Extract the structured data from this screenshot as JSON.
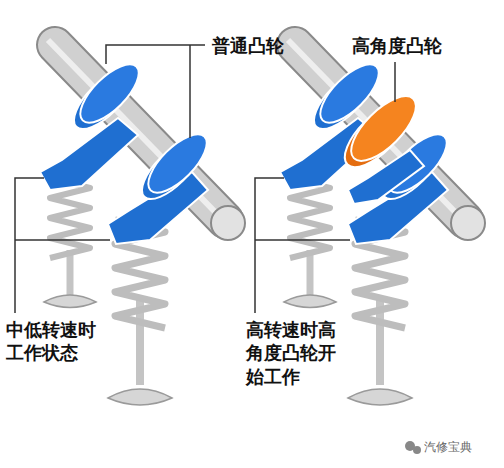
{
  "diagram": {
    "labels": [
      "普通凸轮",
      "高角度凸轮",
      "中低转速时 工作状态",
      "高转速时高 角度凸轮开 始工作",
      "汽修宝典"
    ]
  }
}
